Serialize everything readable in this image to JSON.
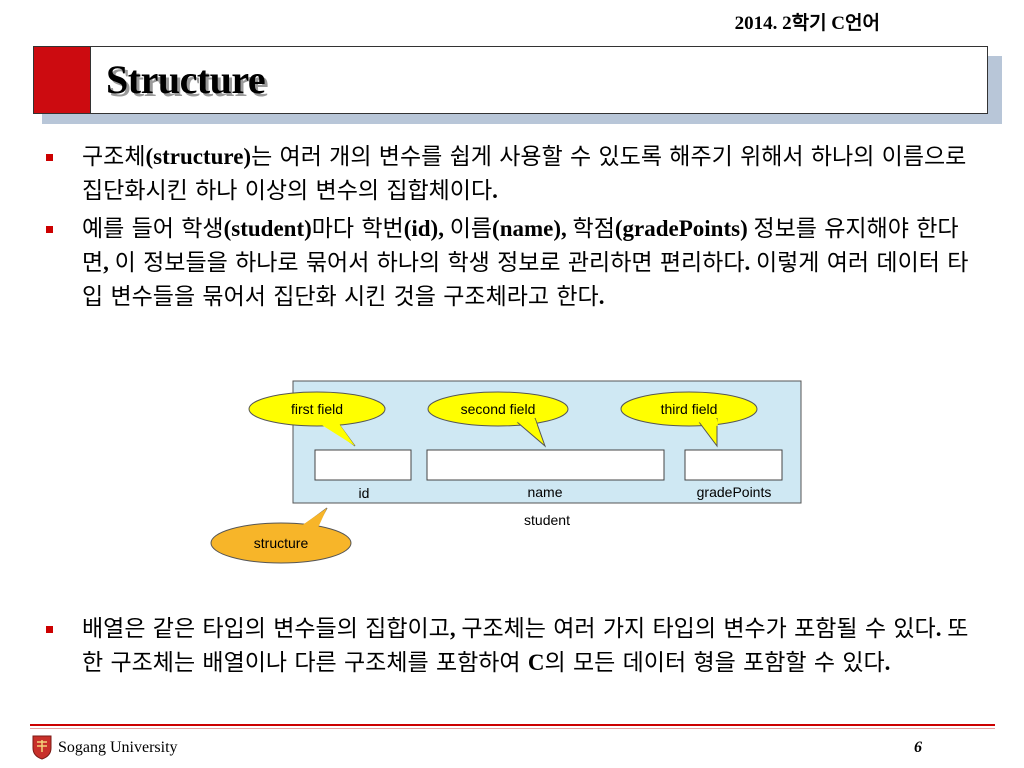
{
  "header": {
    "course": "2014. 2학기 C언어"
  },
  "title": "Structure",
  "bullets": [
    {
      "parts": [
        {
          "t": "구조체"
        },
        {
          "t": "(structure)",
          "b": true
        },
        {
          "t": "는 여러 개의 변수를 쉽게 사용할 수 있도록 해주기 위해서 하나의 이름으로 집단화시킨 하나 이상의 변수의 집합체이다"
        },
        {
          "t": ".",
          "b": true
        }
      ]
    },
    {
      "parts": [
        {
          "t": "예를 들어 학생"
        },
        {
          "t": "(student)",
          "b": true
        },
        {
          "t": "마다 학번"
        },
        {
          "t": "(id), ",
          "b": true
        },
        {
          "t": "이름"
        },
        {
          "t": "(name), ",
          "b": true
        },
        {
          "t": "학점"
        },
        {
          "t": "(gradePoints) ",
          "b": true
        },
        {
          "t": "정보를 유지해야 한다면"
        },
        {
          "t": ", ",
          "b": true
        },
        {
          "t": "이 정보들을 하나로 묶어서 하나의 학생 정보로 관리하면 편리하다"
        },
        {
          "t": ". ",
          "b": true
        },
        {
          "t": "이렇게 여러 데이터 타입 변수들을 묶어서 집단화 시킨 것을 구조체라고 한다"
        },
        {
          "t": ".",
          "b": true
        }
      ]
    },
    {
      "parts": [
        {
          "t": "배열은 같은 타입의 변수들의 집합이고"
        },
        {
          "t": ", ",
          "b": true
        },
        {
          "t": "구조체는 여러 가지 타입의 변수가 포함될 수 있다"
        },
        {
          "t": ".  ",
          "b": true
        },
        {
          "t": "또한 구조체는 배열이나 다른 구조체를 포함하여 "
        },
        {
          "t": "C",
          "b": true
        },
        {
          "t": "의 모든 데이터 형을 포함할 수 있다"
        },
        {
          "t": ".",
          "b": true
        }
      ]
    }
  ],
  "diagram": {
    "callouts": [
      "first field",
      "second field",
      "third field"
    ],
    "fields": [
      "id",
      "name",
      "gradePoints"
    ],
    "struct_name": "student",
    "struct_callout": "structure"
  },
  "footer": {
    "university": "Sogang University",
    "page": "6"
  },
  "colors": {
    "accent_red": "#cc0b10",
    "diagram_bg": "#cfe8f3",
    "callout_yellow": "#ffff00",
    "callout_orange": "#f7b529"
  }
}
